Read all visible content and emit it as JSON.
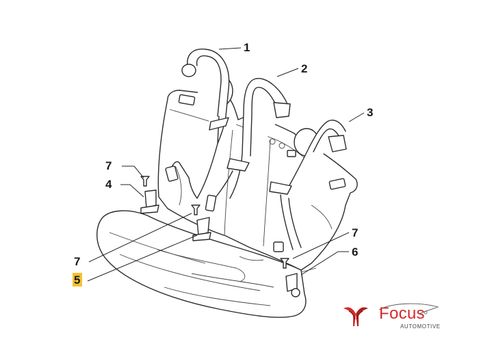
{
  "callouts": [
    {
      "id": "1",
      "label": "1",
      "highlight": false
    },
    {
      "id": "2",
      "label": "2",
      "highlight": false
    },
    {
      "id": "3",
      "label": "3",
      "highlight": false
    },
    {
      "id": "7a",
      "label": "7",
      "highlight": false
    },
    {
      "id": "4",
      "label": "4",
      "highlight": false
    },
    {
      "id": "7b",
      "label": "7",
      "highlight": false
    },
    {
      "id": "5",
      "label": "5",
      "highlight": true
    },
    {
      "id": "7c",
      "label": "7",
      "highlight": false
    },
    {
      "id": "6",
      "label": "6",
      "highlight": false
    }
  ],
  "logo": {
    "word": "Focus",
    "sub": "AUTOMOTIVE",
    "color": "#d42a2a"
  },
  "highlight_color": "#f2c230"
}
